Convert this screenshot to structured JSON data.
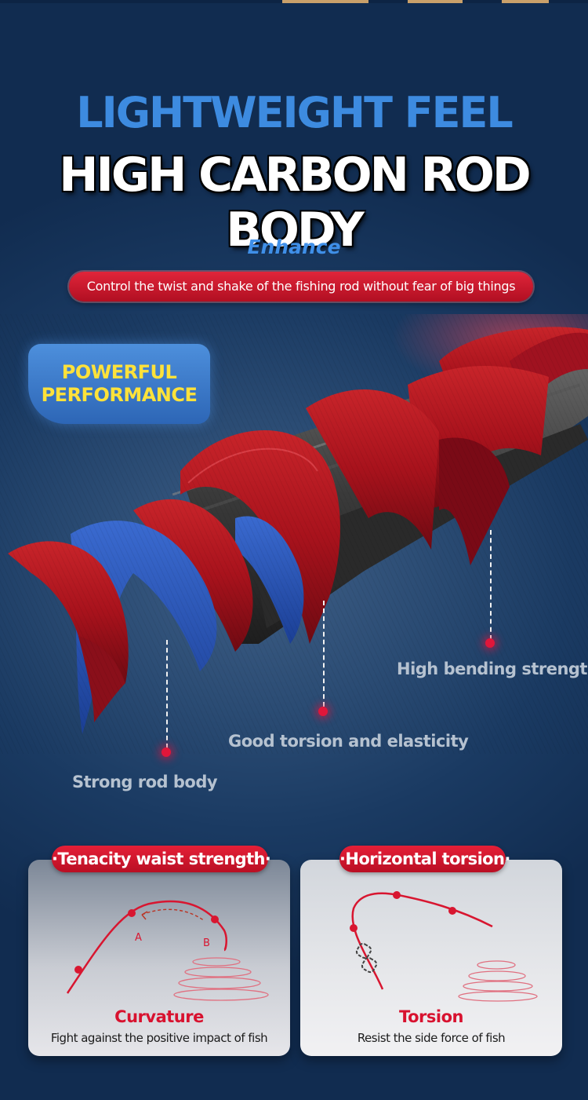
{
  "header": {
    "subtitle": "LIGHTWEIGHT FEEL",
    "title": "HIGH CARBON ROD BODY",
    "enhance": "Enhance",
    "tagline": "Control the twist and shake of the fishing rod without fear of big things"
  },
  "badge": {
    "line1": "POWERFUL",
    "line2": "PERFORMANCE"
  },
  "callouts": {
    "bending": "High bending strength",
    "torsion": "Good torsion and elasticity",
    "body": "Strong rod body"
  },
  "cards": [
    {
      "tab": "·Tenacity waist strength·",
      "title": "Curvature",
      "description": "Fight against the positive impact of fish",
      "point_a": "A",
      "point_b": "B"
    },
    {
      "tab": "·Horizontal torsion·",
      "title": "Torsion",
      "description": "Resist the side force of fish"
    }
  ],
  "colors": {
    "accent_red": "#d8122f",
    "accent_blue": "#3d8be0",
    "badge_text": "#ffe23a",
    "background": "#1a3a62"
  }
}
